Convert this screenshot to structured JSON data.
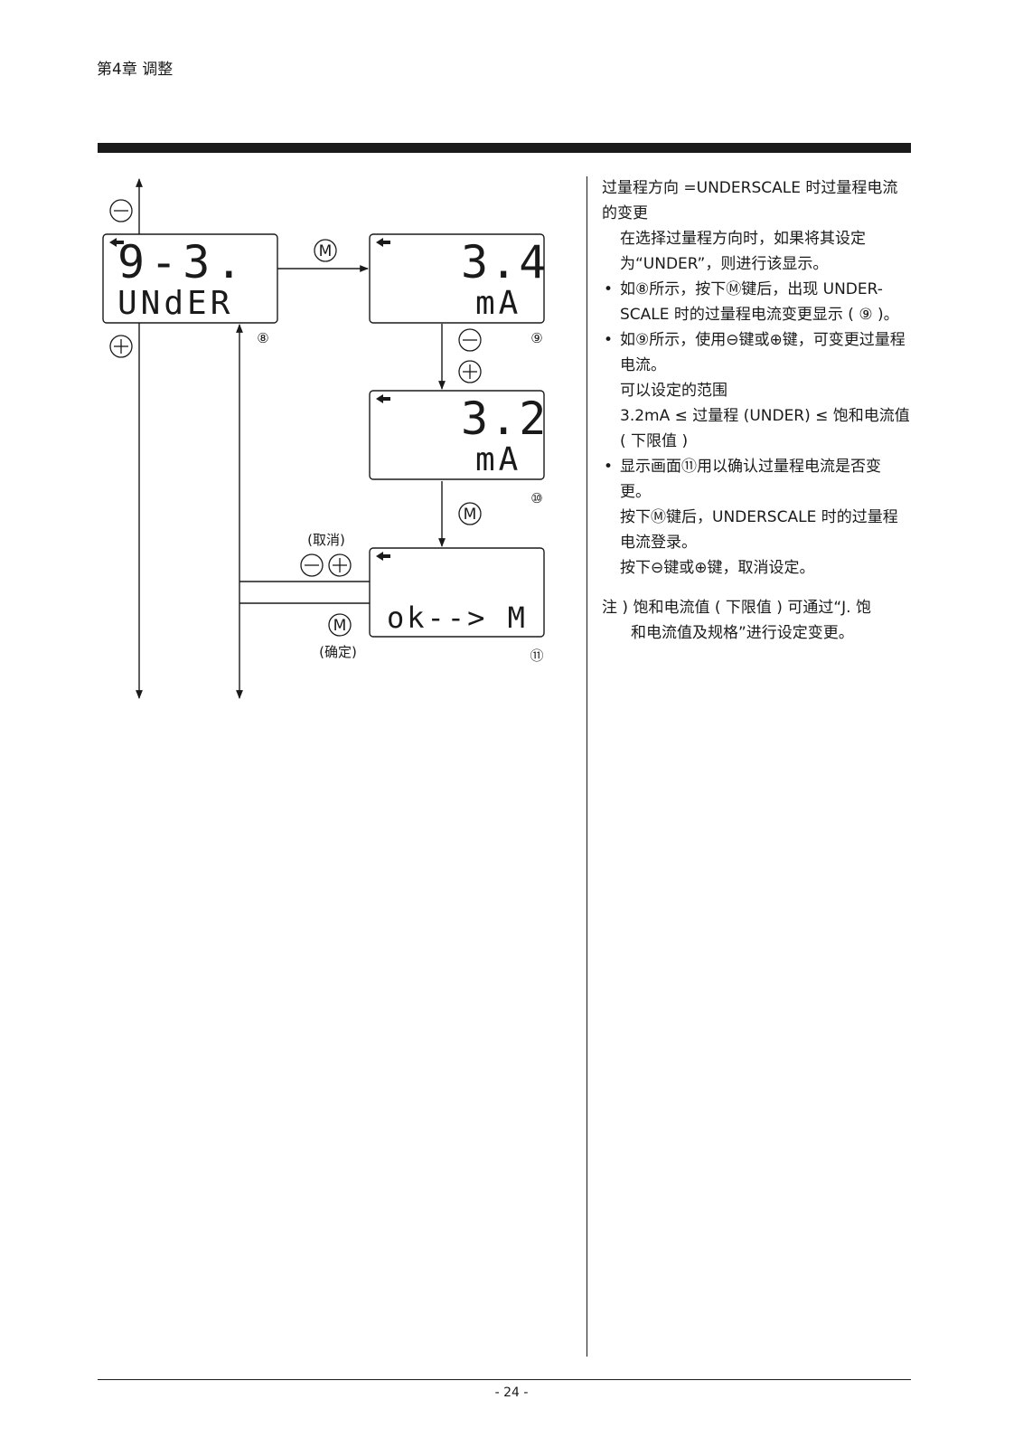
{
  "header": {
    "chapter": "第4章 调整"
  },
  "page_number": "- 24 -",
  "diagram": {
    "key_minus": "−",
    "key_plus": "+",
    "key_m": "M",
    "screen8_top": "9-3.",
    "screen8_bottom": "UNdER",
    "screen9_top": "3.4",
    "screen9_bottom": "mA",
    "screen10_top": "3.2",
    "screen10_bottom": "mA",
    "screen11_text": "ok--> M",
    "num8": "⑧",
    "num9": "⑨",
    "num10": "⑩",
    "num11": "⑪",
    "cancel_label": "(取消)",
    "confirm_label": "(确定)"
  },
  "text": {
    "title": "过量程方向 =UNDERSCALE 时过量程电流的变更",
    "intro": "在选择过量程方向时，如果将其设定为“UNDER”，则进行该显示。",
    "b1": "如⑧所示，按下Ⓜ键后，出现 UNDER-SCALE 时的过量程电流变更显示 ( ⑨ )。",
    "b2": "如⑨所示，使用⊖键或⊕键，可变更过量程电流。",
    "b2_sub1": "可以设定的范围",
    "b2_sub2": "3.2mA ≤ 过量程 (UNDER) ≤ 饱和电流值 ( 下限值 )",
    "b3": "显示画面⑪用以确认过量程电流是否变更。",
    "b3_sub1": "按下Ⓜ键后，UNDERSCALE 时的过量程电流登录。",
    "b3_sub2": "按下⊖键或⊕键，取消设定。",
    "note_line1": "注 ) 饱和电流值 ( 下限值 ) 可通过“J. 饱",
    "note_line2": "和电流值及规格”进行设定变更。"
  }
}
